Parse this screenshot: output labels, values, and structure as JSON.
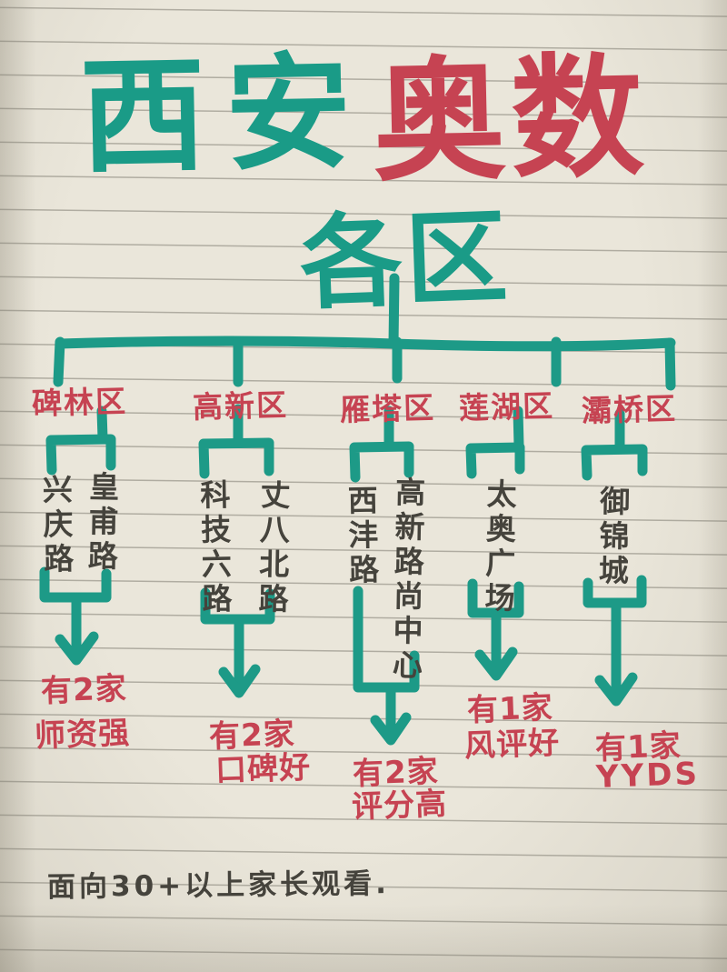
{
  "colors": {
    "marker_teal": "#1a9b87",
    "marker_red": "#c64352",
    "pen_ink": "#45433c",
    "paper": "#eae6da"
  },
  "title": {
    "city": "西安",
    "subject": "奥数",
    "scope": "各区"
  },
  "tree": {
    "branches": [
      {
        "district": "碑林区",
        "locations": [
          "兴庆路",
          "皇甫路"
        ],
        "count_note": "有2家",
        "quality_note": "师资强"
      },
      {
        "district": "高新区",
        "locations": [
          "科技六路",
          "丈八北路"
        ],
        "count_note": "有2家",
        "quality_note": "口碑好"
      },
      {
        "district": "雁塔区",
        "locations": [
          "西沣路",
          "高新路尚中心"
        ],
        "count_note": "有2家",
        "quality_note": "评分高"
      },
      {
        "district": "莲湖区",
        "locations": [
          "太奥广场"
        ],
        "count_note": "有1家",
        "quality_note": "风评好"
      },
      {
        "district": "灞桥区",
        "locations": [
          "御锦城"
        ],
        "count_note": "有1家",
        "quality_note": "YYDS"
      }
    ]
  },
  "footer": {
    "note": "面向30+以上家长观看."
  }
}
